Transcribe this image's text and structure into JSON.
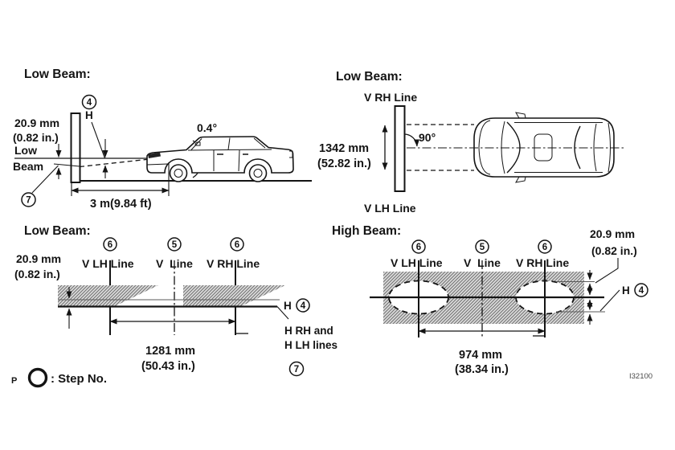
{
  "figure_code": "I32100",
  "legend": {
    "p_mark": "P",
    "step_label": ": Step No."
  },
  "side_view": {
    "title": "Low Beam:",
    "step_aim": "4",
    "h_mark": "H",
    "offset_mm": "20.9 mm",
    "offset_in": "(0.82 in.)",
    "low": "Low",
    "beam": "Beam",
    "angle": "0.4°",
    "distance": "3 m(9.84 ft)",
    "step_check": "7"
  },
  "top_view": {
    "title": "Low Beam:",
    "v_rh": "V RH Line",
    "v_lh": "V LH Line",
    "width_mm": "1342 mm",
    "width_in": "(52.82 in.)",
    "angle": "90°"
  },
  "low_beam_pattern": {
    "title": "Low Beam:",
    "step_left": "6",
    "step_center": "5",
    "step_right": "6",
    "v_lh": "V LH Line",
    "v_center": "V  Line",
    "v_rh": "V RH Line",
    "offset_mm": "20.9 mm",
    "offset_in": "(0.82 in.)",
    "h_mark": "H",
    "step_aim": "4",
    "h_lines_1": "H RH and",
    "h_lines_2": "H LH lines",
    "step_check": "7",
    "dim_mm": "1281 mm",
    "dim_in": "(50.43 in.)"
  },
  "high_beam_pattern": {
    "title": "High Beam:",
    "step_left": "6",
    "step_center": "5",
    "step_right": "6",
    "v_lh": "V LH Line",
    "v_center": "V  Line",
    "v_rh": "V RH Line",
    "offset_mm": "20.9 mm",
    "offset_in": "(0.82 in.)",
    "h_mark": "H",
    "step_aim": "4",
    "dim_mm": "974 mm",
    "dim_in": "(38.34 in.)"
  }
}
